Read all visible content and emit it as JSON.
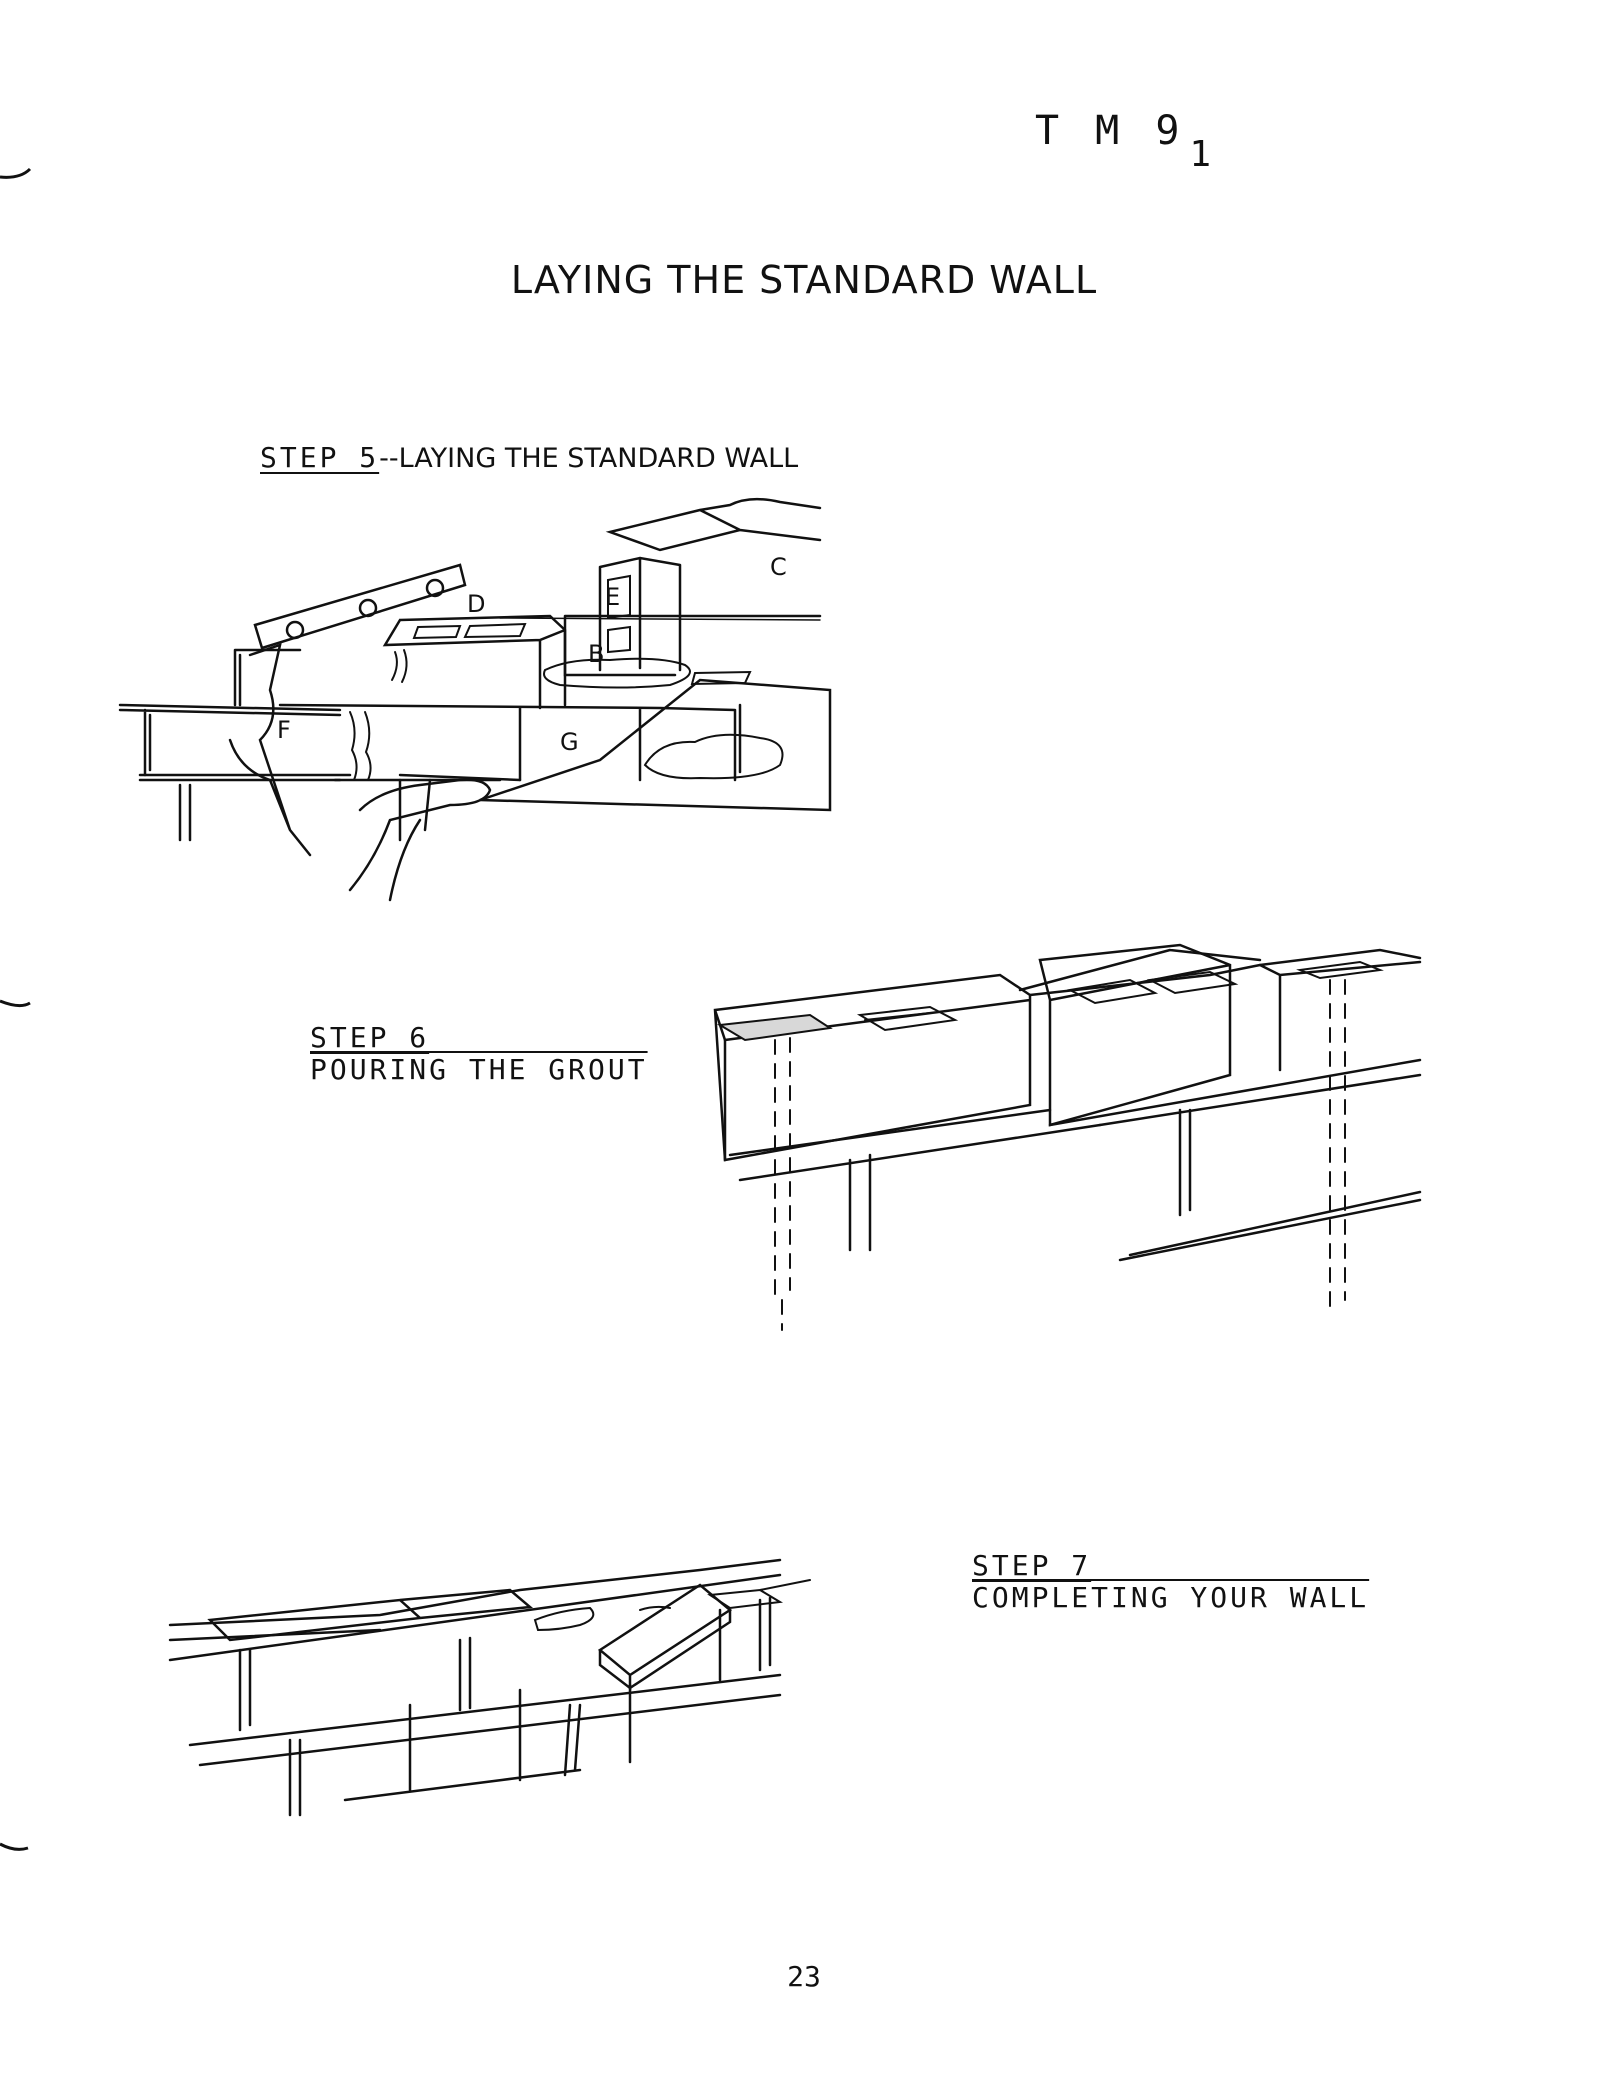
{
  "header": {
    "code": "T M  9",
    "subscript": "1"
  },
  "title": "LAYING THE STANDARD WALL",
  "steps": [
    {
      "number": "STEP 5",
      "caption": "--LAYING THE STANDARD WALL"
    },
    {
      "number": "STEP 6",
      "caption": "POURING THE GROUT"
    },
    {
      "number": "STEP 7",
      "caption": "COMPLETING YOUR WALL"
    }
  ],
  "figure_labels": {
    "b": "B",
    "c": "C",
    "d": "D",
    "e": "E",
    "f": "F",
    "g": "G"
  },
  "page_number": "23"
}
